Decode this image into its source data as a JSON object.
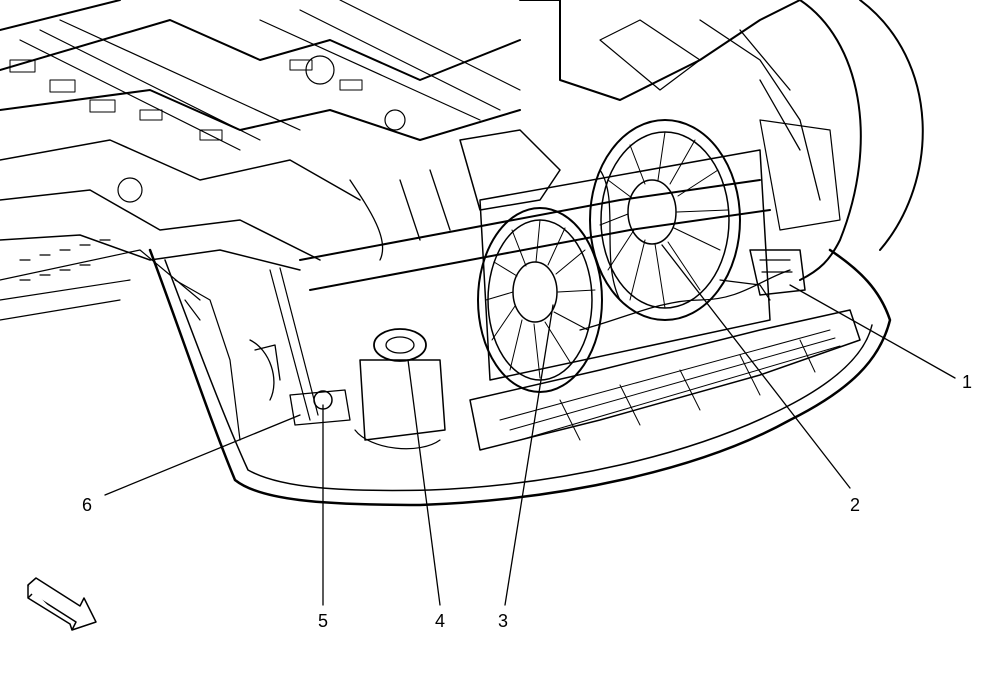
{
  "callouts": [
    {
      "id": "1",
      "label": "1"
    },
    {
      "id": "2",
      "label": "2"
    },
    {
      "id": "3",
      "label": "3"
    },
    {
      "id": "4",
      "label": "4"
    },
    {
      "id": "5",
      "label": "5"
    },
    {
      "id": "6",
      "label": "6"
    }
  ],
  "icons": {
    "direction": "forward-arrow-icon"
  },
  "colors": {
    "line": "#000000",
    "background": "#ffffff"
  }
}
